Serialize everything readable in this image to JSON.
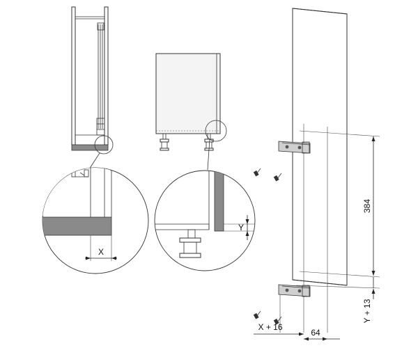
{
  "dimensions": {
    "detail_left": "X",
    "detail_right": "Y",
    "height": "384",
    "offset_y": "Y + 13",
    "offset_x": "X + 16",
    "width": "64"
  },
  "colors": {
    "panel_fill": "#8a8a8a",
    "cabinet_fill": "#f4f4f4",
    "line": "#333333"
  }
}
